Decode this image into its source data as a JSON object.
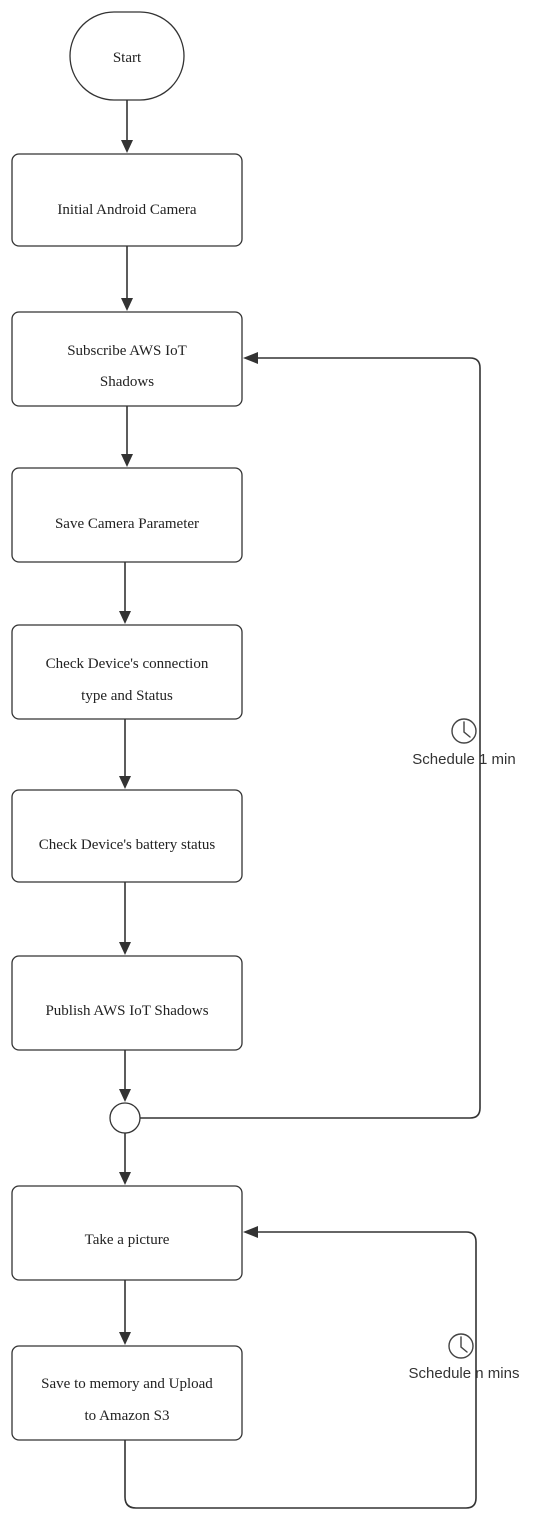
{
  "diagram": {
    "start": "Start",
    "steps": [
      {
        "lines": [
          "Initial Android Camera"
        ]
      },
      {
        "lines": [
          "Subscribe AWS IoT",
          "Shadows"
        ]
      },
      {
        "lines": [
          "Save Camera Parameter"
        ]
      },
      {
        "lines": [
          "Check  Device's connection",
          "type and Status"
        ]
      },
      {
        "lines": [
          "Check Device's battery status"
        ]
      },
      {
        "lines": [
          "Publish AWS IoT Shadows"
        ]
      },
      {
        "lines": [
          "Take a picture"
        ]
      },
      {
        "lines": [
          "Save to memory and Upload",
          "to Amazon S3"
        ]
      }
    ],
    "loops": [
      {
        "label": "Schedule 1 min",
        "icon": "clock-icon"
      },
      {
        "label": "Schedule n mins",
        "icon": "clock-icon"
      }
    ]
  }
}
